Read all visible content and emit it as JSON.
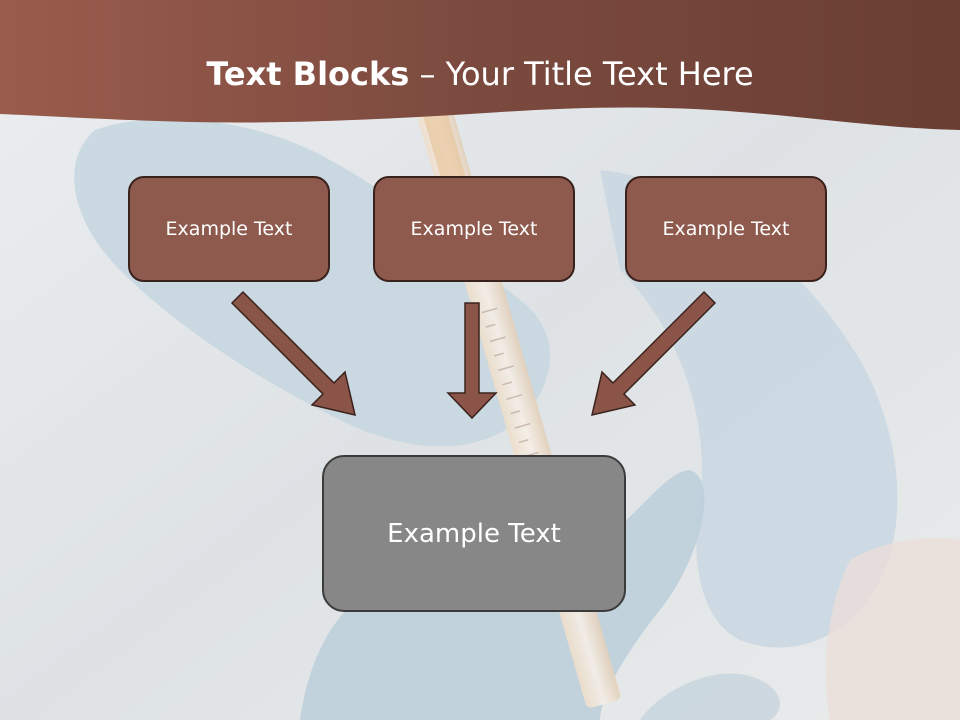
{
  "slide": {
    "title_bold": "Text Blocks",
    "title_separator": " – ",
    "title_rest": "Your Title Text Here"
  },
  "boxes": {
    "top": [
      "Example Text",
      "Example Text",
      "Example Text"
    ],
    "bottom": "Example Text"
  },
  "colors": {
    "header_brown": "#7e4a3f",
    "box_brown": "#8f5a4e",
    "box_gray": "#878787",
    "arrow": "#8a5448"
  }
}
